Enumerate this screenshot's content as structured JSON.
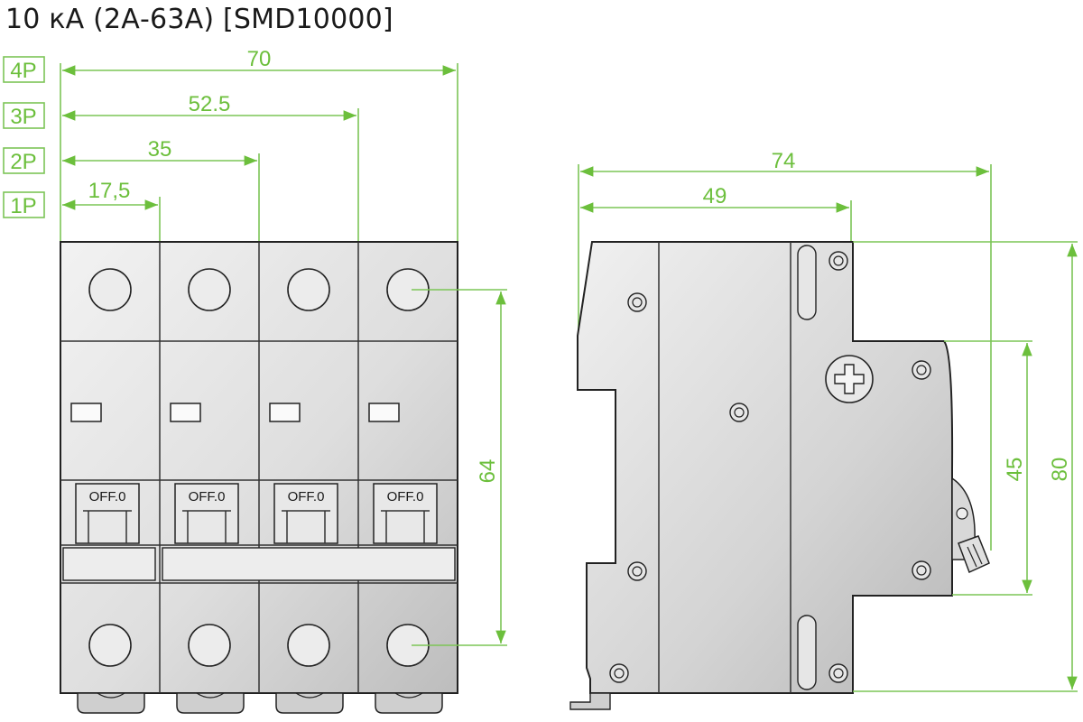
{
  "title": "10 кА (2А-63А) [SMD10000]",
  "poles": [
    "4P",
    "3P",
    "2P",
    "1P"
  ],
  "front_dims": [
    "70",
    "52.5",
    "35",
    "17,5"
  ],
  "front_height": "64",
  "switch_label": "OFF.0",
  "side_dims": {
    "depth_total": "74",
    "depth_body": "49",
    "height_total": "80",
    "height_front": "45"
  },
  "colors": {
    "dimension": "#6cbf3c",
    "body": "#d9d9d9",
    "outline": "#333333"
  }
}
